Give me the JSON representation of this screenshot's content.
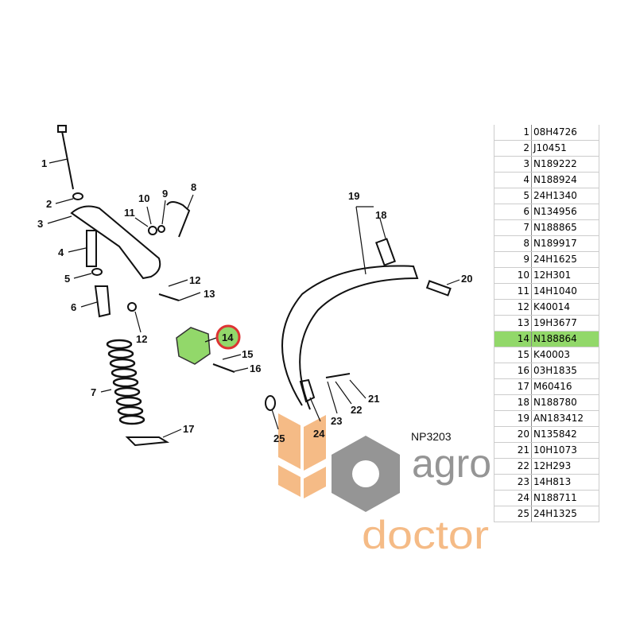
{
  "diagram_code": "NP3203",
  "highlight_color": "#92d86a",
  "callouts": [
    "1",
    "2",
    "3",
    "4",
    "5",
    "6",
    "7",
    "8",
    "9",
    "10",
    "11",
    "12",
    "12",
    "13",
    "14",
    "15",
    "16",
    "17",
    "18",
    "19",
    "20",
    "21",
    "22",
    "23",
    "24",
    "25"
  ],
  "logo": {
    "line1": "agro",
    "line2": "doctor",
    "orange": "#f4b47a",
    "gray": "#8a8a8a"
  },
  "parts": [
    {
      "pos": "1",
      "number": "08H4726"
    },
    {
      "pos": "2",
      "number": "J10451"
    },
    {
      "pos": "3",
      "number": "N189222"
    },
    {
      "pos": "4",
      "number": "N188924"
    },
    {
      "pos": "5",
      "number": "24H1340"
    },
    {
      "pos": "6",
      "number": "N134956"
    },
    {
      "pos": "7",
      "number": "N188865"
    },
    {
      "pos": "8",
      "number": "N189917"
    },
    {
      "pos": "9",
      "number": "24H1625"
    },
    {
      "pos": "10",
      "number": "12H301"
    },
    {
      "pos": "11",
      "number": "14H1040"
    },
    {
      "pos": "12",
      "number": "K40014"
    },
    {
      "pos": "13",
      "number": "19H3677"
    },
    {
      "pos": "14",
      "number": "N188864",
      "highlighted": true
    },
    {
      "pos": "15",
      "number": "K40003"
    },
    {
      "pos": "16",
      "number": "03H1835"
    },
    {
      "pos": "17",
      "number": "M60416"
    },
    {
      "pos": "18",
      "number": "N188780"
    },
    {
      "pos": "19",
      "number": "AN183412"
    },
    {
      "pos": "20",
      "number": "N135842"
    },
    {
      "pos": "21",
      "number": "10H1073"
    },
    {
      "pos": "22",
      "number": "12H293"
    },
    {
      "pos": "23",
      "number": "14H813"
    },
    {
      "pos": "24",
      "number": "N188711"
    },
    {
      "pos": "25",
      "number": "24H1325"
    }
  ]
}
